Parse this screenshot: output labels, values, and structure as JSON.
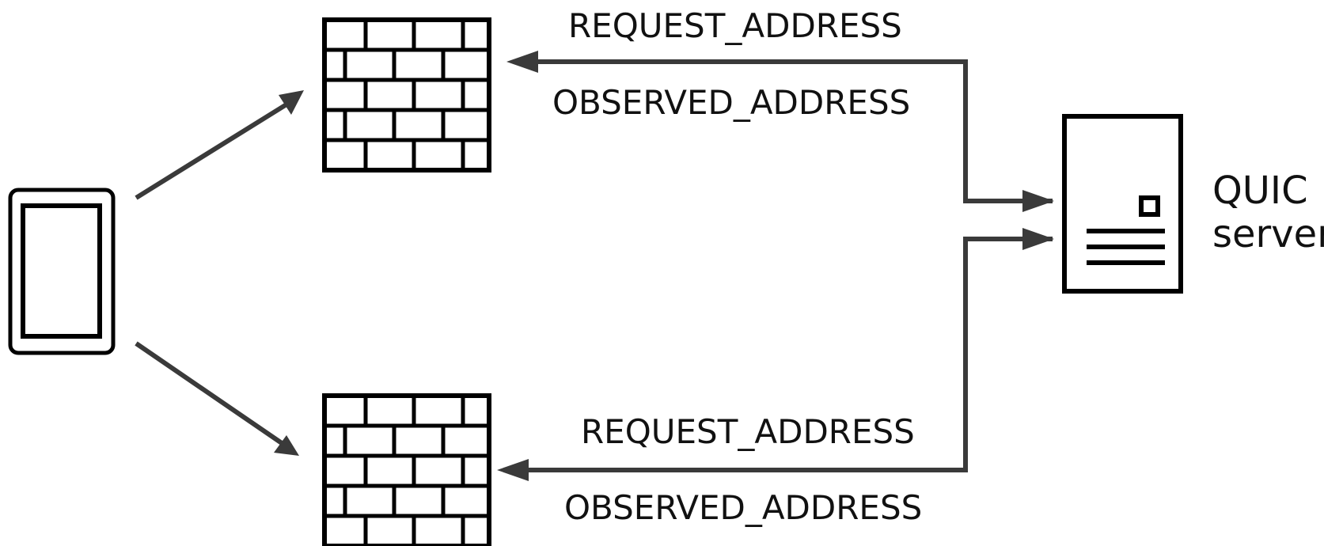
{
  "colors": {
    "stroke": "#000000",
    "arrow": "#3a3a3a",
    "text": "#111111",
    "background": "#ffffff"
  },
  "client": {
    "icon": "tablet-icon"
  },
  "firewalls": [
    {
      "icon": "firewall-icon"
    },
    {
      "icon": "firewall-icon"
    }
  ],
  "server": {
    "icon": "server-icon",
    "label_line1": "QUIC",
    "label_line2": "server"
  },
  "exchanges": [
    {
      "request_label": "REQUEST_ADDRESS",
      "observed_label": "OBSERVED_ADDRESS"
    },
    {
      "request_label": "REQUEST_ADDRESS",
      "observed_label": "OBSERVED_ADDRESS"
    }
  ]
}
